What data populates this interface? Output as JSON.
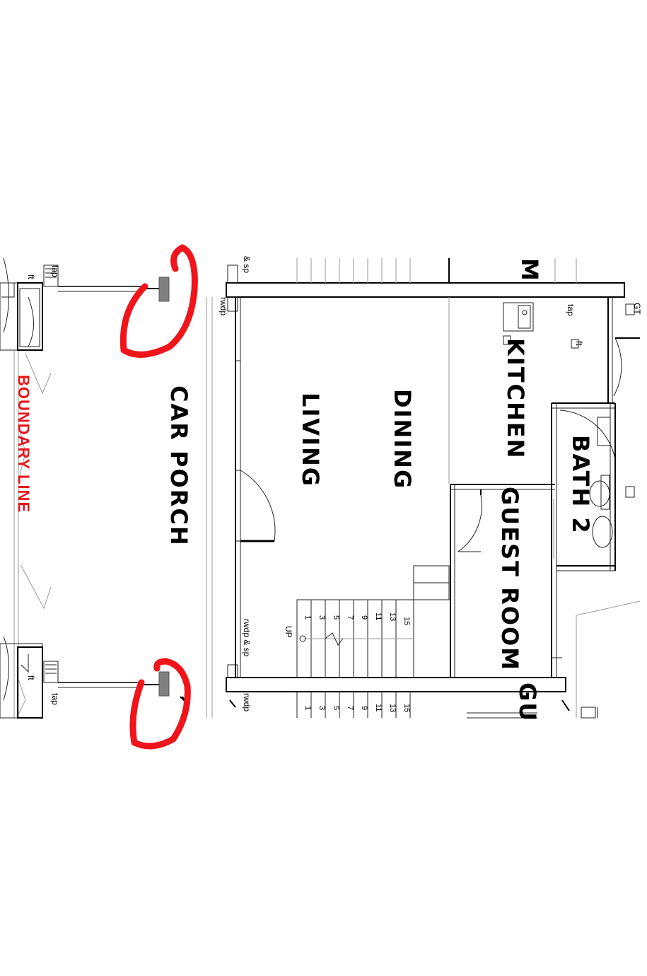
{
  "rooms": {
    "car_porch": "CAR PORCH",
    "living": "LIVING",
    "dining": "DINING",
    "kitchen": "KITCHEN",
    "bath2": "BATH 2",
    "guest_room": "GUEST ROOM",
    "guest_partial": "GU",
    "m_partial": "M"
  },
  "boundary_label": "BOUNDARY LINE",
  "annotations": {
    "tap_left_top": "tap",
    "ft_left_top": "ft",
    "tap_left_bottom": "tap",
    "ft_left_bottom": "ft",
    "sp_top": "& sp",
    "rwdp_top": "rwdp",
    "tap_kitchen": "tap",
    "ft_kitchen": "ft",
    "gt": "GT",
    "rwdp_sp_bottom": "rwdp & sp",
    "rwdp_bottom": "rwdp",
    "up": "UP"
  },
  "stairs_upper": [
    "15",
    "13",
    "11",
    "9",
    "7",
    "5",
    "3",
    "1"
  ],
  "stairs_lower": [
    "15",
    "13",
    "11",
    "9",
    "7",
    "5",
    "3",
    "1"
  ],
  "highlight_color": "#f0141b",
  "boundary_color": "#e8141b"
}
